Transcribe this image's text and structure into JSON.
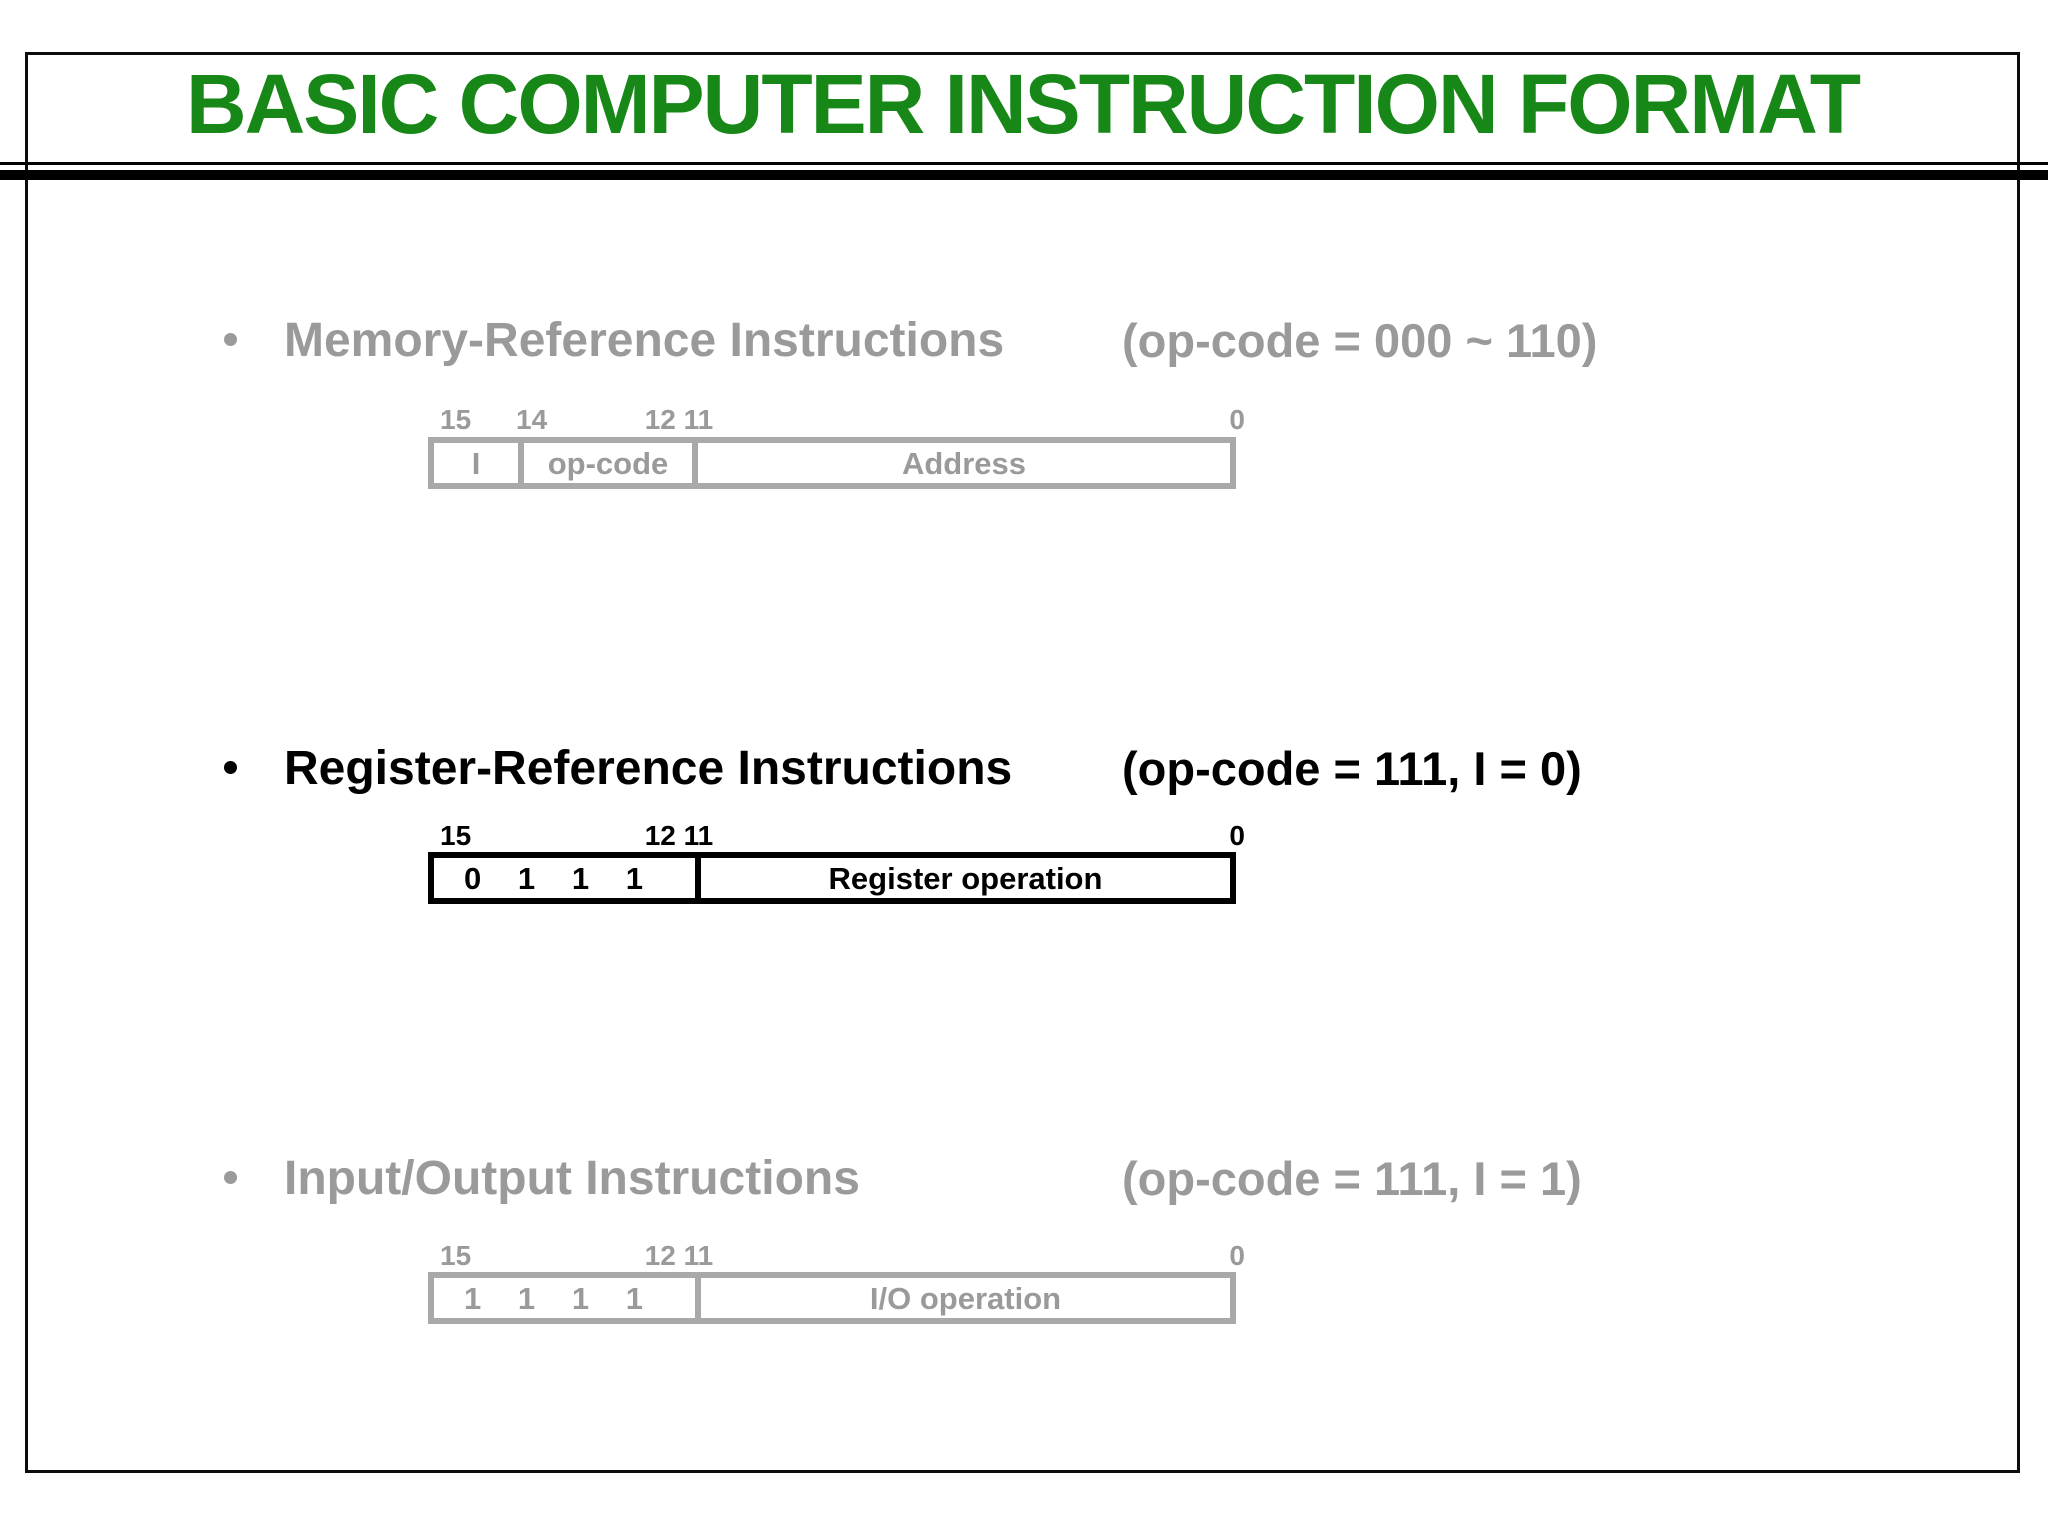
{
  "slide": {
    "title": "BASIC COMPUTER INSTRUCTION FORMAT"
  },
  "colors": {
    "title_green": "#178717",
    "muted_gray_text": "#9a9a9a",
    "muted_gray_border": "#a9a9a9",
    "active_black": "#000000",
    "background": "#ffffff"
  },
  "sections": [
    {
      "id": "memory-reference",
      "heading": "Memory-Reference Instructions",
      "annotation": "(op-code = 000 ~ 110)",
      "emphasis": "muted",
      "bit_labels": {
        "b15": "15",
        "b14": "14",
        "b12_11": "12 11",
        "b0": "0"
      },
      "fields": {
        "indirect": "I",
        "opcode": "op-code",
        "address": "Address"
      }
    },
    {
      "id": "register-reference",
      "heading": "Register-Reference Instructions",
      "annotation": "(op-code = 111, I = 0)",
      "emphasis": "active",
      "bit_labels": {
        "b15": "15",
        "b12_11": "12 11",
        "b0": "0"
      },
      "bits": [
        "0",
        "1",
        "1",
        "1"
      ],
      "operation": "Register operation"
    },
    {
      "id": "input-output",
      "heading": "Input/Output Instructions",
      "annotation": "(op-code = 111, I = 1)",
      "emphasis": "muted",
      "bit_labels": {
        "b15": "15",
        "b12_11": "12 11",
        "b0": "0"
      },
      "bits": [
        "1",
        "1",
        "1",
        "1"
      ],
      "operation": "I/O operation"
    }
  ]
}
